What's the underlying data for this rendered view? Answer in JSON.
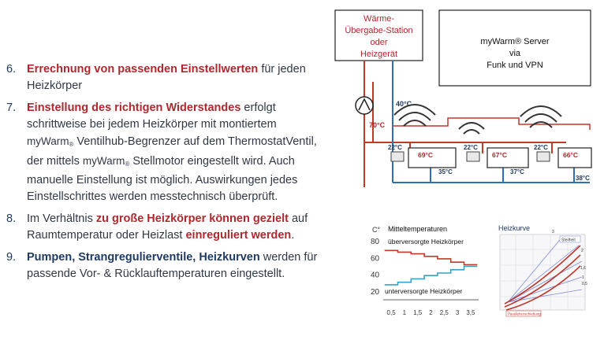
{
  "list": [
    {
      "num": "6.",
      "parts": [
        {
          "t": "Errechnung von passenden Einstellwerten",
          "s": "red"
        },
        {
          "t": "  für jeden Heizkörper",
          "s": ""
        }
      ]
    },
    {
      "num": "7.",
      "parts": [
        {
          "t": "Einstellung des richtigen Widerstandes",
          "s": "red"
        },
        {
          "t": " erfolgt schrittweise bei jedem Heizkörper mit montiertem ",
          "s": ""
        },
        {
          "t": "myWarm",
          "s": "brand"
        },
        {
          "t": "®",
          "s": "reg"
        },
        {
          "t": "  Ventilhub-Begrenzer auf dem ThermostatVentil, der mittels  ",
          "s": ""
        },
        {
          "t": "myWarm",
          "s": "brand"
        },
        {
          "t": "®",
          "s": "reg"
        },
        {
          "t": " Stellmotor eingestellt wird. Auch manuelle Einstellung ist möglich. Auswirkungen jedes Einstellschrittes werden messtechnisch überprüft.",
          "s": ""
        }
      ]
    },
    {
      "num": "8.",
      "parts": [
        {
          "t": "Im Verhältnis ",
          "s": ""
        },
        {
          "t": "zu große Heizkörper können gezielt",
          "s": "red"
        },
        {
          "t": " auf Raumtemperatur oder Heizlast ",
          "s": ""
        },
        {
          "t": "einreguliert werden",
          "s": "red"
        },
        {
          "t": ".",
          "s": ""
        }
      ]
    },
    {
      "num": "9.",
      "parts": [
        {
          "t": "Pumpen, Strangregulierventile, Heizkurven",
          "s": "dark"
        },
        {
          "t": " werden  für passende Vor- & Rücklauftemperaturen eingestellt.",
          "s": ""
        }
      ]
    }
  ],
  "diagram": {
    "station_lines": [
      "Wärme-",
      "Übergabe-Station",
      "oder",
      "Heizgerät"
    ],
    "server_lines": [
      "myWarm® Server",
      "via",
      "Funk und VPN"
    ],
    "temp_supply": "70°C",
    "temp_return": "40°C",
    "radiators": [
      {
        "room": "22°C",
        "radiator": "69°C",
        "return": "35°C"
      },
      {
        "room": "22°C",
        "radiator": "67°C",
        "return": "37°C"
      },
      {
        "room": "22°C",
        "radiator": "66°C",
        "return": "38°C"
      }
    ]
  },
  "chart_data": [
    {
      "type": "line",
      "title": "Mitteltemperaturen",
      "ylabel": "C°",
      "x": [
        0.5,
        1,
        1.5,
        2,
        2.5,
        3,
        3.5
      ],
      "x_ticks": [
        "0,5",
        "1",
        "1,5",
        "2",
        "2,5",
        "3",
        "3,5"
      ],
      "y_ticks": [
        20,
        40,
        60,
        80
      ],
      "ylim": [
        10,
        90
      ],
      "annotations": [
        "überversorgte Heizkörper",
        "unterversorgte Heizkörper"
      ],
      "series": [
        {
          "name": "überversorgte Heizkörper",
          "color": "#c0392b",
          "points": [
            [
              0.5,
              69
            ],
            [
              1,
              67
            ],
            [
              1.5,
              65
            ],
            [
              2,
              62
            ],
            [
              2.5,
              59
            ],
            [
              3,
              55
            ],
            [
              3.5,
              52
            ]
          ]
        },
        {
          "name": "unterversorgte Heizkörper",
          "color": "#3aa0c8",
          "points": [
            [
              0.5,
              28
            ],
            [
              1,
              31
            ],
            [
              1.5,
              35
            ],
            [
              2,
              39
            ],
            [
              2.5,
              42
            ],
            [
              3,
              46
            ],
            [
              3.5,
              50
            ]
          ]
        }
      ]
    },
    {
      "type": "line",
      "title": "Heizkurve",
      "annotations": [
        "Steilheit",
        "3",
        "2",
        "1,6",
        "1",
        "0,5",
        "Parallelverschiebung"
      ],
      "series": [
        {
          "name": "",
          "color": "#c0392b",
          "values": []
        },
        {
          "name": "",
          "color": "#c0392b",
          "values": []
        },
        {
          "name": "",
          "color": "#c0392b",
          "values": []
        }
      ]
    }
  ]
}
